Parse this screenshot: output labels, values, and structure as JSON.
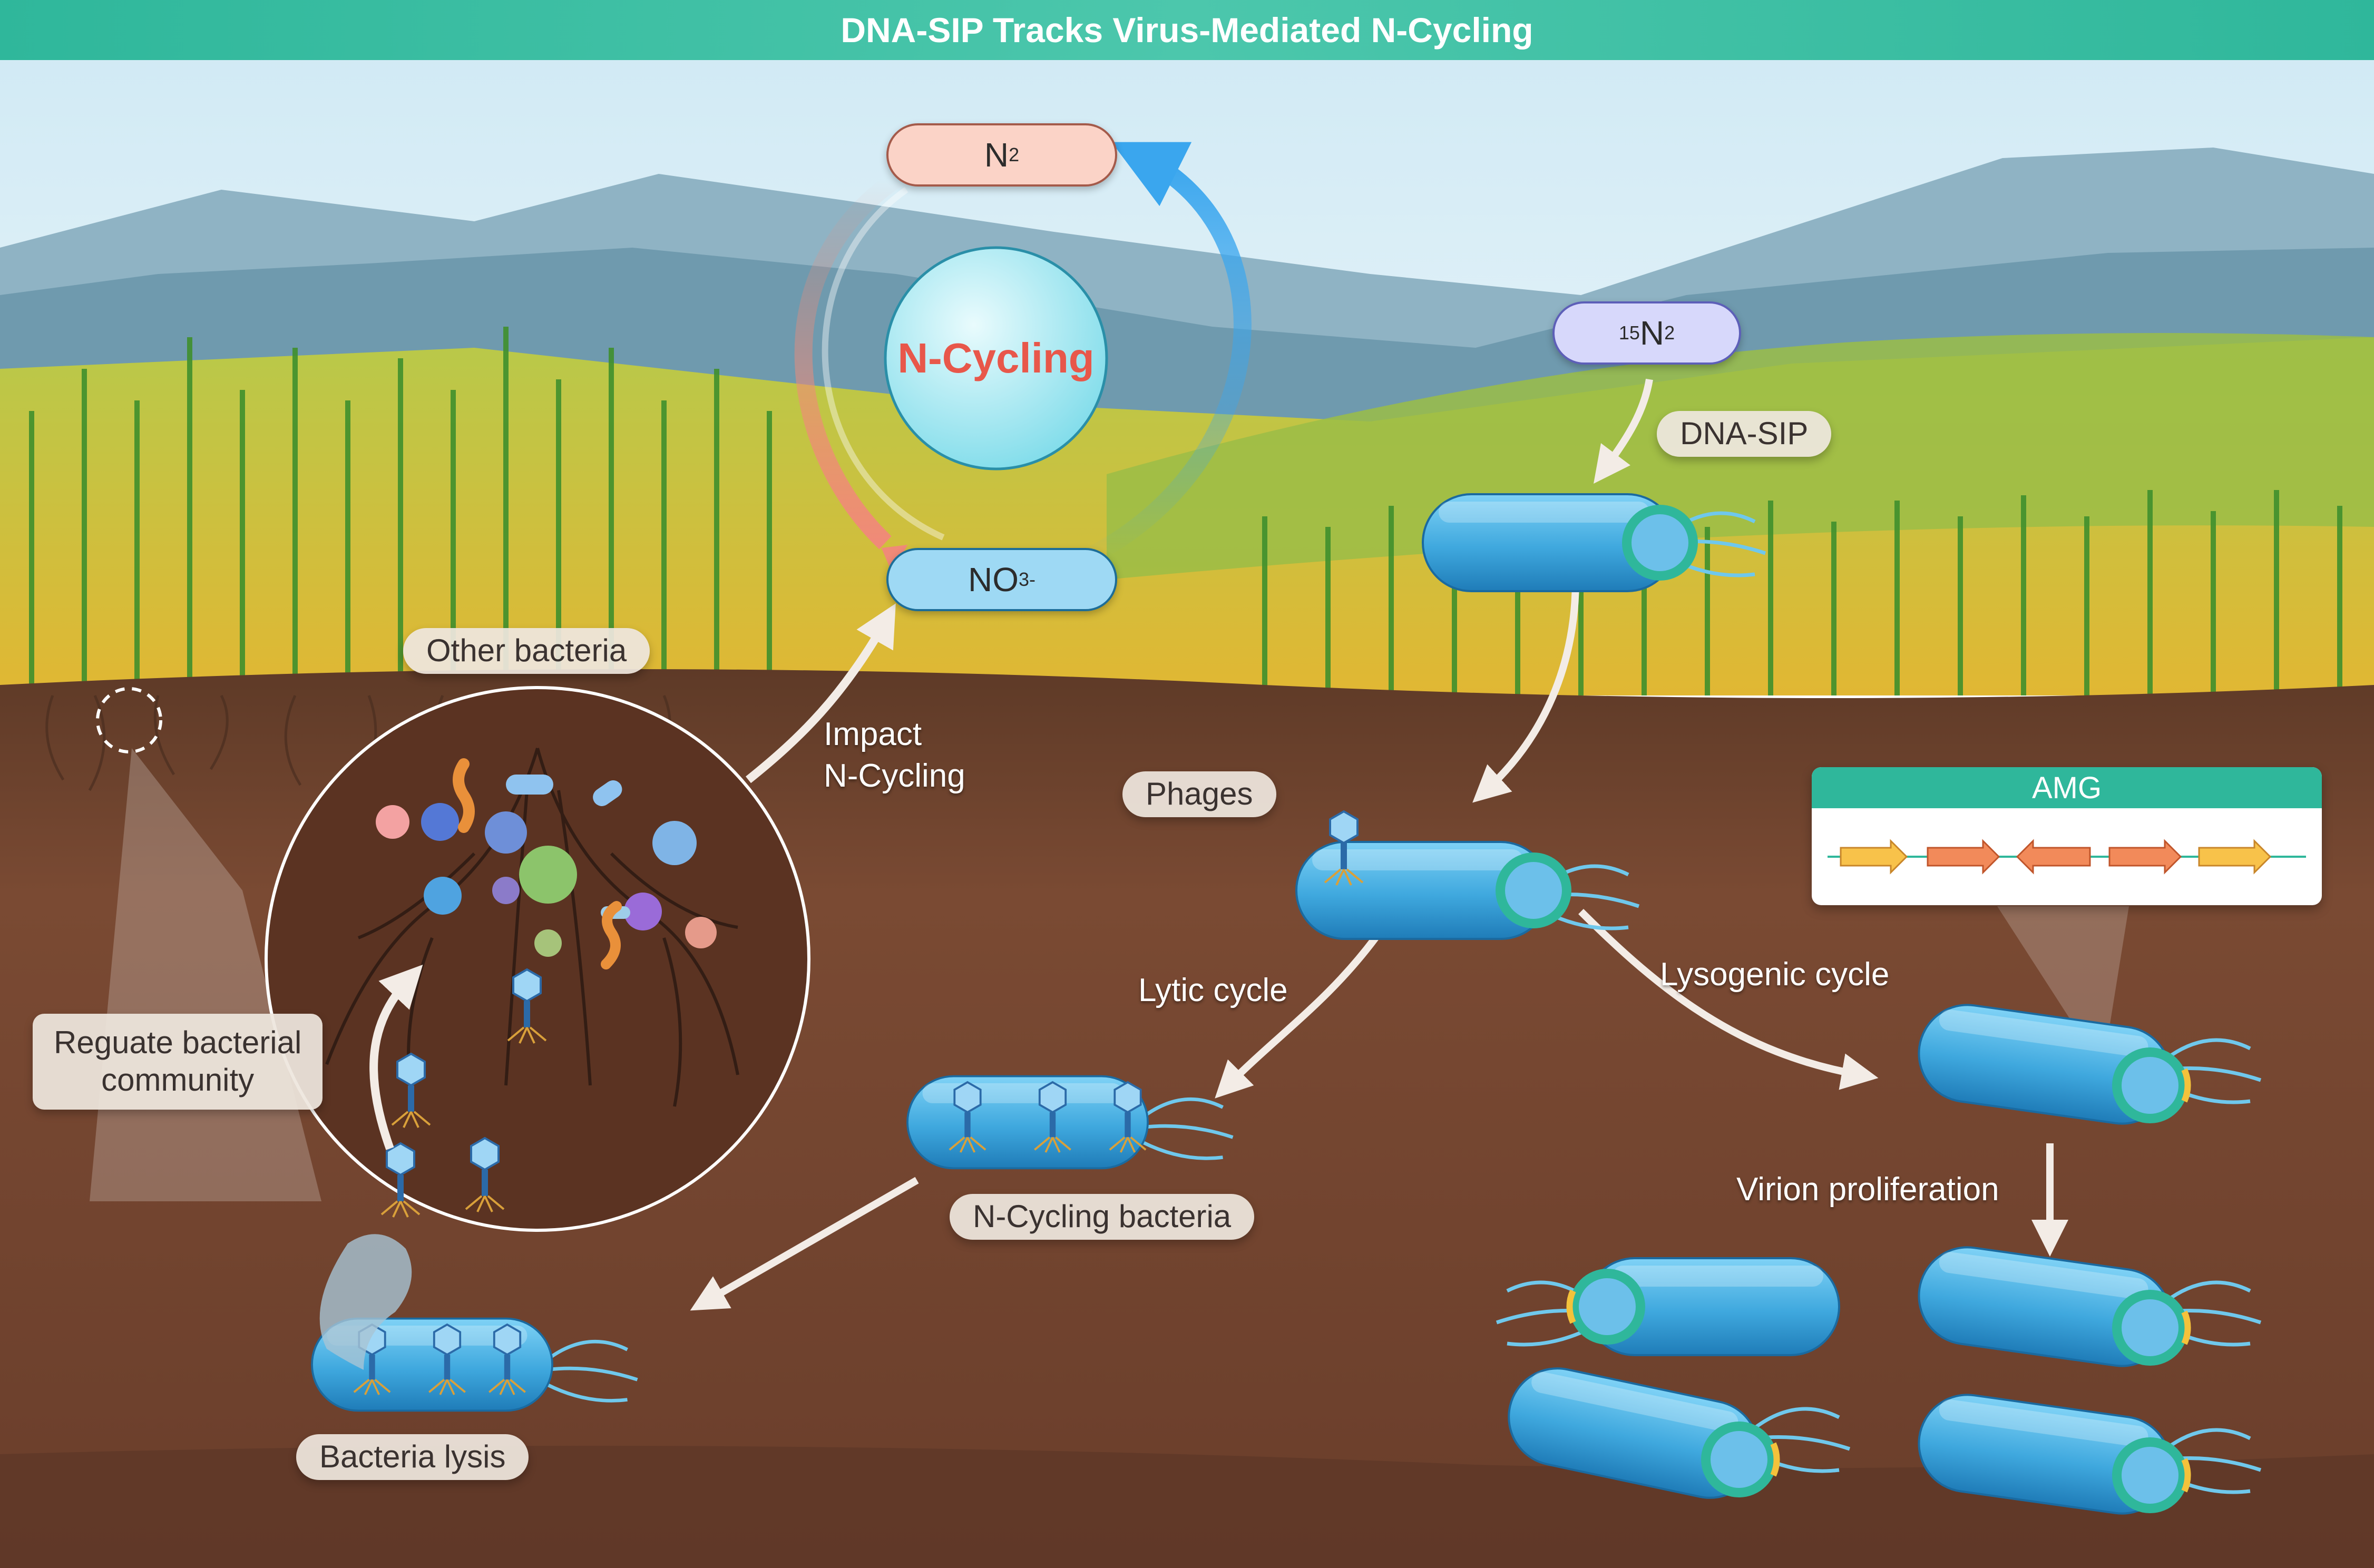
{
  "title": "DNA-SIP Tracks Virus-Mediated N-Cycling",
  "cycle": {
    "center_label": "N-Cycling",
    "top_species": {
      "base": "N",
      "sub": "2"
    },
    "bottom_species": {
      "base": "NO",
      "sub": "3",
      "sup": "-"
    }
  },
  "isotope": {
    "sup": "15",
    "base": "N",
    "sub": "2"
  },
  "labels": {
    "dna_sip": "DNA-SIP",
    "other_bacteria": "Other bacteria",
    "impact_line1": "Impact",
    "impact_line2": "N-Cycling",
    "phages": "Phages",
    "amg": "AMG",
    "lytic_cycle": "Lytic cycle",
    "lysogenic_cycle": "Lysogenic cycle",
    "regulate_line1": "Reguate bacterial",
    "regulate_line2": "community",
    "n_cycling_bacteria": "N-Cycling bacteria",
    "virion_proliferation": "Virion proliferation",
    "bacteria_lysis": "Bacteria lysis"
  },
  "colors": {
    "accent_teal": "#2fb79b",
    "sky_top": "#cfe9f4",
    "soil": "#7a4a33",
    "bacterium": "#3fa8de",
    "cycle_red": "#f08a78",
    "cycle_blue": "#3aa6ee",
    "pill_n2": "#fbd3c7",
    "pill_no3": "#9ed9f4",
    "pill_15n2": "#d7d8fb"
  }
}
